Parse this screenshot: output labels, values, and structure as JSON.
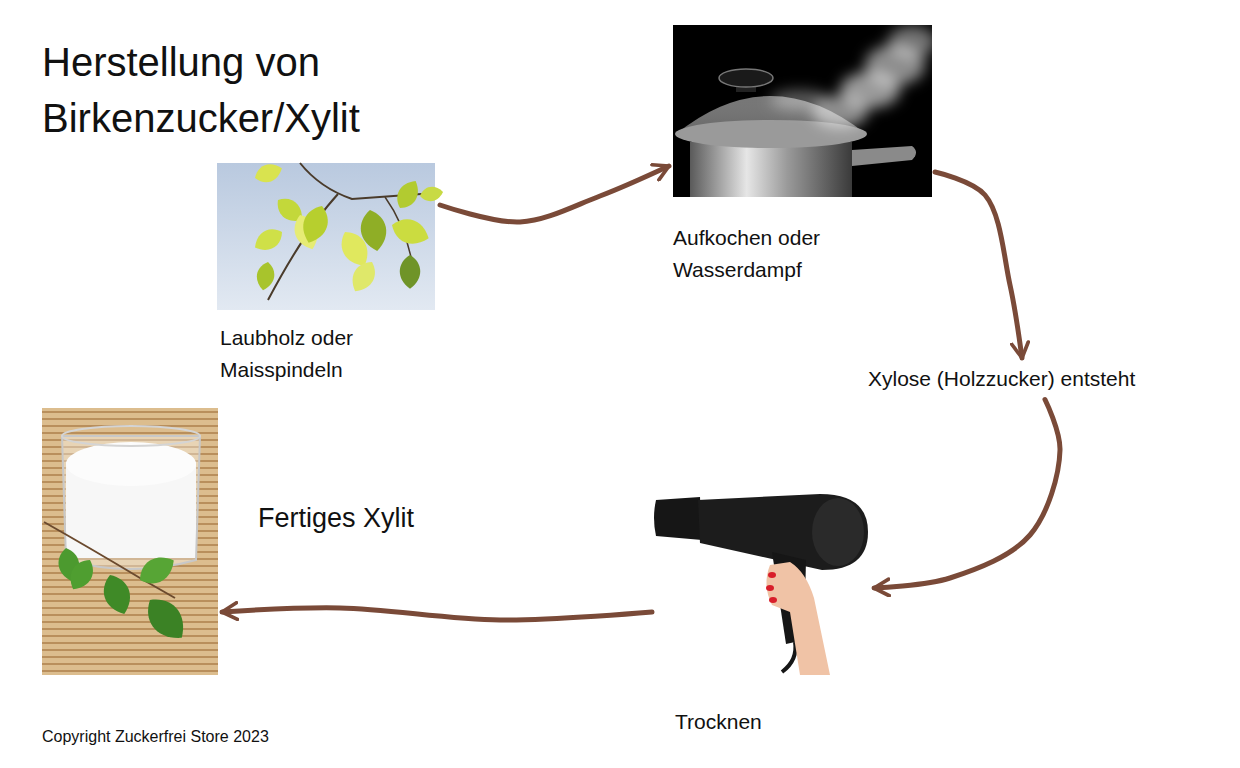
{
  "diagram": {
    "title": "Herstellung von Birkenzucker/Xylit",
    "nodes": [
      {
        "text": [
          "Laubholz oder Maisspindeln"
        ]
      },
      {
        "text": [
          "Aufkochen oder Wasserdampf"
        ]
      },
      {
        "text": [
          "Xylose (Holzzucker) entsteht"
        ]
      },
      {
        "text": [
          "Trocknen"
        ]
      },
      {
        "text": [
          "Fertiges Xylit"
        ]
      }
    ],
    "edges": [
      {
        "from": 0,
        "to": 1,
        "arrow": "to"
      },
      {
        "from": 1,
        "to": 2,
        "arrow": "to"
      },
      {
        "from": 2,
        "to": 3,
        "arrow": "to"
      },
      {
        "from": 3,
        "to": 4,
        "arrow": "to"
      }
    ],
    "labels": [
      "Copyright Zuckerfrei Store 2023"
    ]
  }
}
